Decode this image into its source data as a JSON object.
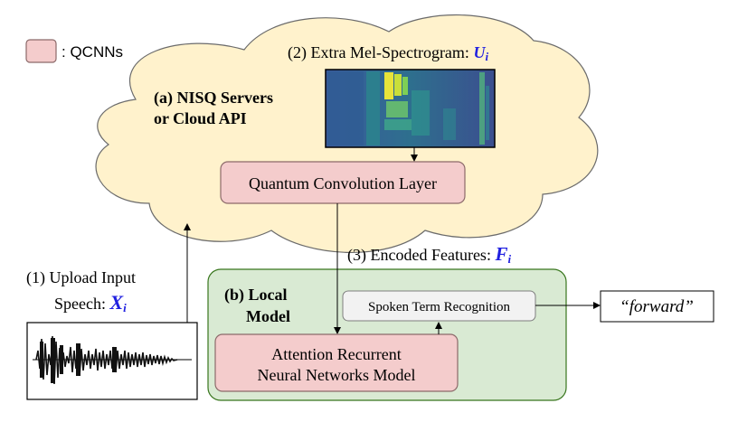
{
  "legend": {
    "label": ": QCNNs",
    "swatch_color": "#f4cccc"
  },
  "cloud": {
    "title_line1": "(a) NISQ Servers",
    "title_line2": "or Cloud API",
    "fill_color": "#fff2cc"
  },
  "spectrogram": {
    "label_text": "(2) Extra Mel-Spectrogram: ",
    "label_symbol": "U",
    "label_subscript": "i"
  },
  "quantum_layer": {
    "label": "Quantum Convolution Layer"
  },
  "encoded": {
    "label_text": "(3) Encoded Features: ",
    "label_symbol": "F",
    "label_subscript": "i"
  },
  "upload": {
    "line1": "(1) Upload Input",
    "line2_text": "Speech: ",
    "line2_symbol": "X",
    "line2_subscript": "i"
  },
  "local": {
    "title_line1": "(b) Local",
    "title_line2": "Model",
    "fill_color": "#d9ead3",
    "border_color": "#38761d"
  },
  "recognition": {
    "label": "Spoken Term Recognition"
  },
  "rnn": {
    "line1": "Attention Recurrent",
    "line2": "Neural Networks Model"
  },
  "output": {
    "label": "“forward”"
  },
  "colors": {
    "accent_blue": "#1f1fe0",
    "qcnn_border": "#8c6a6a",
    "gray_box": "#f2f2f2"
  }
}
